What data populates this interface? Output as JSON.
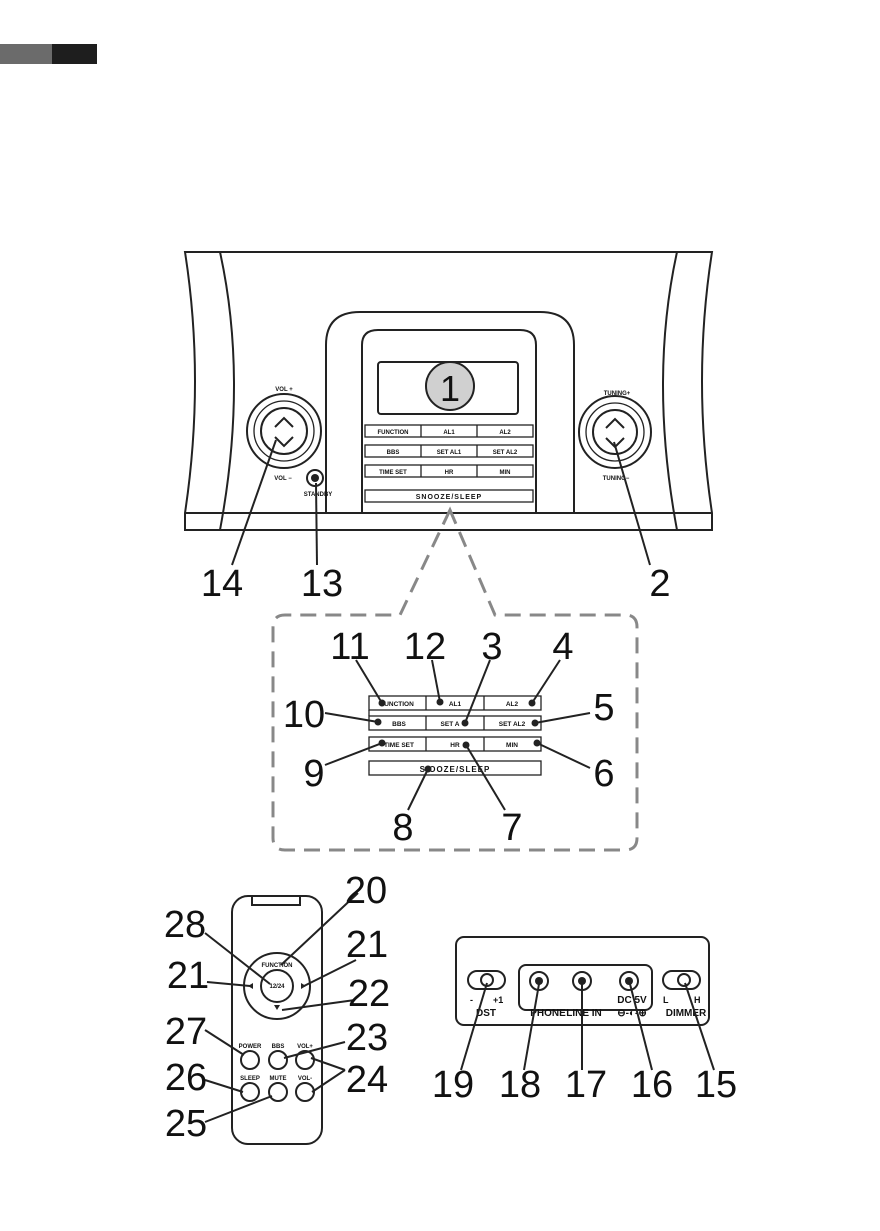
{
  "header_colors": {
    "light": "#6b6b6b",
    "dark": "#1e1e1e"
  },
  "device": {
    "display_number": "1",
    "vol_plus": "VOL +",
    "vol_minus": "VOL −",
    "standby": "STANDBY",
    "tuning_plus": "TUNING+",
    "tuning_minus": "TUNING−",
    "buttons": {
      "function": "FUNCTION",
      "al1": "AL1",
      "al2": "AL2",
      "bbs": "BBS",
      "set_al1": "SET AL1",
      "set_al2": "SET AL2",
      "time_set": "TIME SET",
      "hr": "HR",
      "min": "MIN",
      "snooze": "SNOOZE/SLEEP"
    }
  },
  "zoom": {
    "buttons": {
      "function": "UNCTION",
      "al1": "AL1",
      "al2": "AL2",
      "bbs": "BBS",
      "set_al1": "SET A",
      "set_al2": "SET AL2",
      "time_set": "TIME SET",
      "hr": "HR",
      "min": "MIN",
      "snooze": "S OOZE/SLEEP"
    }
  },
  "remote": {
    "function": "FUNCTION",
    "center": "12/24",
    "power": "POWER",
    "bbs": "BBS",
    "vol_plus": "VOL+",
    "sleep": "SLEEP",
    "mute": "MUTE",
    "vol_minus": "VOL-"
  },
  "back_panel": {
    "dst_minus": "-",
    "dst_plus": "+1",
    "dst": "DST",
    "phone": "PHONE",
    "line_in": "LINE IN",
    "dc": "DC 5V",
    "dimmer_l": "L",
    "dimmer_h": "H",
    "dimmer": "DIMMER"
  },
  "callouts": {
    "c2": "2",
    "c3": "3",
    "c4": "4",
    "c5": "5",
    "c6": "6",
    "c7": "7",
    "c8": "8",
    "c9": "9",
    "c10": "10",
    "c11": "11",
    "c12": "12",
    "c13": "13",
    "c14": "14",
    "c15": "15",
    "c16": "16",
    "c17": "17",
    "c18": "18",
    "c19": "19",
    "c20": "20",
    "c21a": "21",
    "c21b": "21",
    "c22": "22",
    "c23": "23",
    "c24": "24",
    "c25": "25",
    "c26": "26",
    "c27": "27",
    "c28": "28"
  }
}
